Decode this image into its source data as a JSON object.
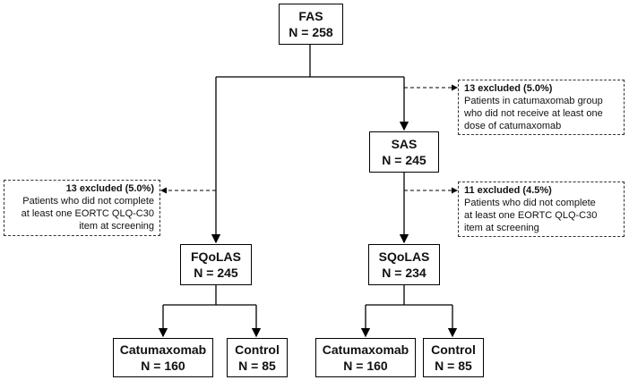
{
  "nodes": {
    "fas": {
      "title": "FAS",
      "n": "N = 258"
    },
    "sas": {
      "title": "SAS",
      "n": "N = 245"
    },
    "fqolas": {
      "title": "FQoLAS",
      "n": "N = 245"
    },
    "sqolas": {
      "title": "SQoLAS",
      "n": "N = 234"
    },
    "f_cat": {
      "title": "Catumaxomab",
      "n": "N = 160"
    },
    "f_ctrl": {
      "title": "Control",
      "n": "N = 85"
    },
    "s_cat": {
      "title": "Catumaxomab",
      "n": "N = 160"
    },
    "s_ctrl": {
      "title": "Control",
      "n": "N = 85"
    }
  },
  "notes": {
    "excl_sas": {
      "header": "13 excluded (5.0%)",
      "lines": [
        "Patients in catumaxomab group",
        "who did not receive at least one",
        "dose of catumaxomab"
      ]
    },
    "excl_fqolas": {
      "header": "13 excluded (5.0%)",
      "lines": [
        "Patients who did not complete",
        "at least one EORTC QLQ-C30",
        "item at screening"
      ]
    },
    "excl_sqolas": {
      "header": "11 excluded (4.5%)",
      "lines": [
        "Patients who did not complete",
        "at least one EORTC QLQ-C30",
        "item at screening"
      ]
    }
  }
}
